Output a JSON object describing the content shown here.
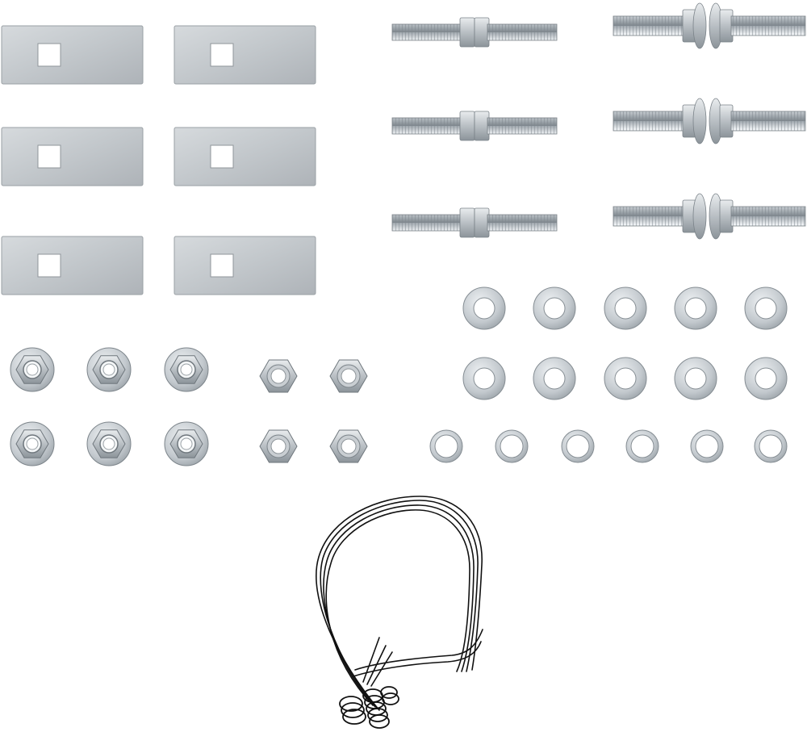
{
  "scene": {
    "kind": "product-photo",
    "background": "#ffffff",
    "metal_color": "#c9ced3",
    "wire_color": "#111111"
  },
  "items": {
    "plates": 6,
    "stud_bolts_hex": 3,
    "stud_bolts_flanged": 3,
    "flange_nuts": 6,
    "hex_nuts": 4,
    "flat_washers": 10,
    "lock_washers": 6,
    "wire_leads": 1
  }
}
